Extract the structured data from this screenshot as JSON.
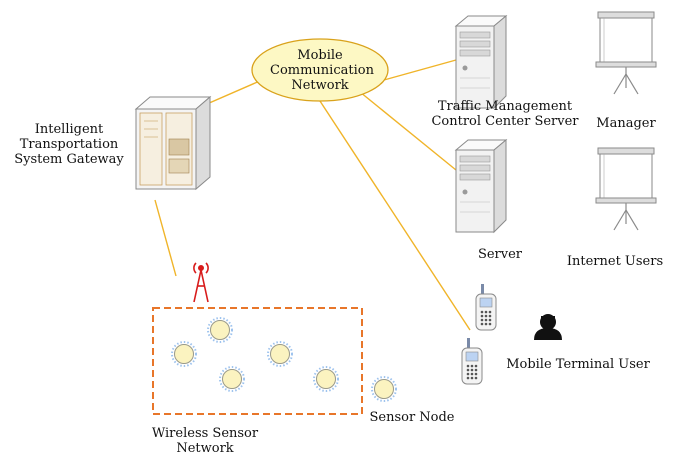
{
  "labels": {
    "mcn": [
      "Mobile",
      "Communication",
      "Network"
    ],
    "gateway": [
      "Intelligent",
      "Transportation",
      "System Gateway"
    ],
    "tmcc": [
      "Traffic Management",
      "Control Center Server"
    ],
    "manager": "Manager",
    "server": "Server",
    "internet_users": "Internet Users",
    "mobile_user": "Mobile Terminal User",
    "sensor_node": "Sensor Node",
    "wsn": [
      "Wireless Sensor",
      "Network"
    ]
  },
  "colors": {
    "link": "#f0b429",
    "ellipse_fill": "#fdf8c4",
    "ellipse_stroke": "#d9a21b",
    "wsn_border": "#e8762a",
    "antenna": "#d81b1b",
    "sensor_fill": "#fbf3c0",
    "sensor_halo": "#9ec3ee",
    "device": "#8a8a8a"
  },
  "icons": {
    "gateway": "cabinet-server-icon",
    "server": "tower-server-icon",
    "screen": "projection-screen-icon",
    "phone": "mobile-phone-icon",
    "user": "user-silhouette-icon",
    "antenna": "antenna-icon",
    "sensor": "sensor-node-icon"
  }
}
